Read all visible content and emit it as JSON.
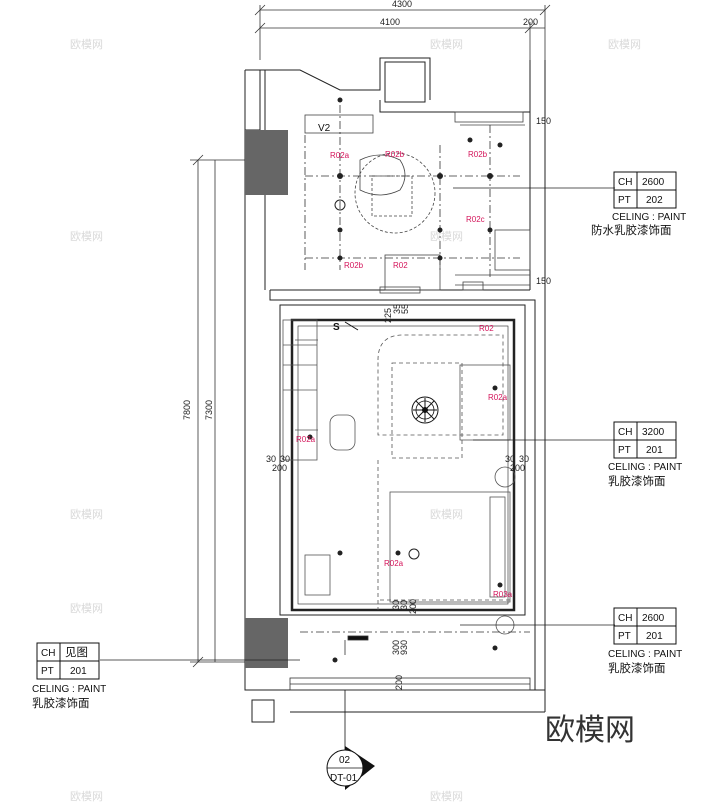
{
  "dimensions": {
    "top_total": "4300",
    "top_main": "4100",
    "top_side": "200",
    "left_outer": "7800",
    "left_inner": "7300",
    "small": [
      "150",
      "150",
      "225",
      "35",
      "55",
      "30",
      "30",
      "200",
      "30",
      "30",
      "200",
      "30",
      "30",
      "200",
      "300",
      "930",
      "200"
    ]
  },
  "room_tags": [
    "R02a",
    "R02b",
    "R02b",
    "R02c",
    "R02b",
    "R02",
    "R02",
    "R02a",
    "R02a",
    "R03a",
    "R02a"
  ],
  "marks": {
    "north": "S",
    "v2": "V2"
  },
  "legends": [
    {
      "ch": "2600",
      "pt": "202",
      "en": "CELING : PAINT",
      "cn": "防水乳胶漆饰面"
    },
    {
      "ch": "3200",
      "pt": "201",
      "en": "CELING : PAINT",
      "cn": "乳胶漆饰面"
    },
    {
      "ch": "2600",
      "pt": "201",
      "en": "CELING : PAINT",
      "cn": "乳胶漆饰面"
    },
    {
      "ch": "CH",
      "chv": "见图",
      "pt": "201",
      "en": "CELING : PAINT",
      "cn": "乳胶漆饰面"
    }
  ],
  "section": {
    "num": "02",
    "ref": "DT-01"
  },
  "brand": "欧模网",
  "watermark": "欧模网"
}
